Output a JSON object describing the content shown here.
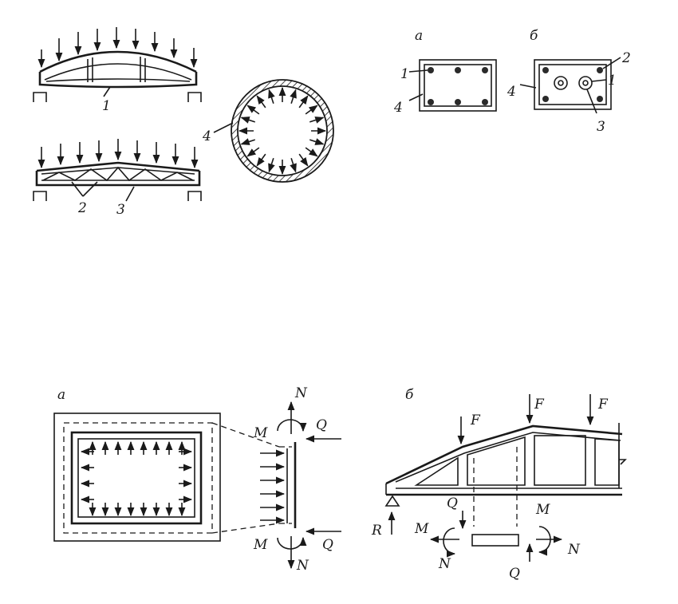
{
  "figures": {
    "fig1": {
      "callouts": {
        "arch_member": "1",
        "truss_member": "2",
        "truss_chord": "3",
        "pipe_wall": "4"
      }
    },
    "fig2": {
      "panels": {
        "a": "а",
        "b": "б"
      },
      "callouts": {
        "a_bar": "1",
        "a_concrete": "4",
        "b_bar": "2",
        "b_concrete": "4",
        "b_duct": "1",
        "b_tendon": "3"
      }
    },
    "fig3": {
      "panels": {
        "a": "а",
        "b": "б"
      },
      "frame_forces": {
        "axial_top": "N",
        "shear_top": "Q",
        "moment_top": "M",
        "moment_bottom": "M",
        "shear_bottom": "Q",
        "axial_bottom": "N"
      },
      "truss_forces": {
        "load1": "F",
        "load2": "F",
        "load3": "F",
        "reaction": "R",
        "shear_left": "Q",
        "moment_left": "M",
        "axial_left": "N",
        "moment_right": "M",
        "axial_right": "N",
        "shear_right": "Q"
      }
    }
  }
}
